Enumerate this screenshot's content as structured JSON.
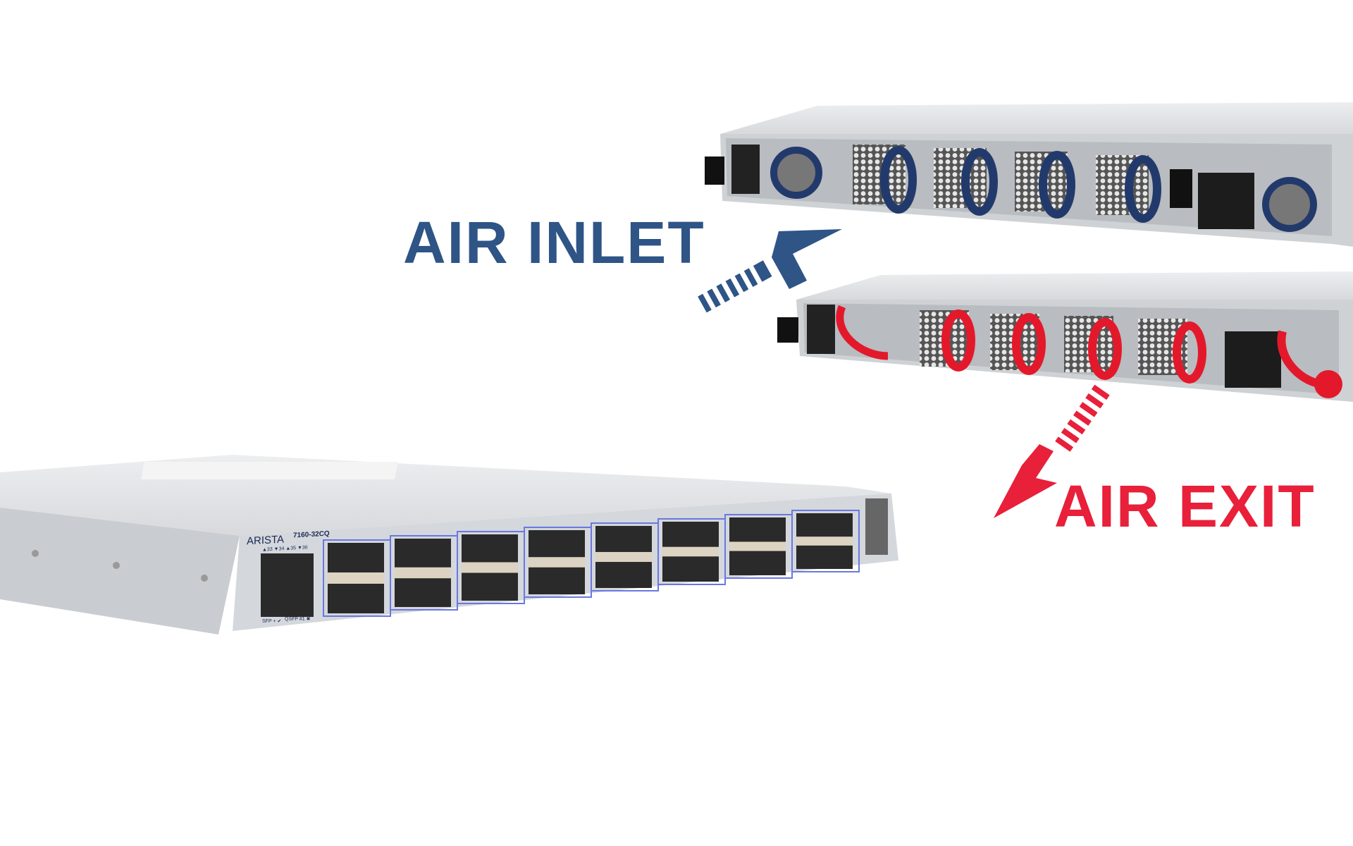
{
  "labels": {
    "air_inlet": "AIR INLET",
    "air_exit": "AIR EXIT"
  },
  "switch_front": {
    "brand": "ARISTA",
    "model": "7160-32CQ",
    "port_labels": [
      "▲33 ▼34 ▲35 ▼36"
    ],
    "legend_sfp": "SFP + ✔",
    "legend_qsfp": "QSFP #1 ✖"
  },
  "colors": {
    "inlet": "#2f5486",
    "exit": "#e8203a",
    "chassis": "#d9dbde",
    "port_trim": "#6a78e0"
  }
}
